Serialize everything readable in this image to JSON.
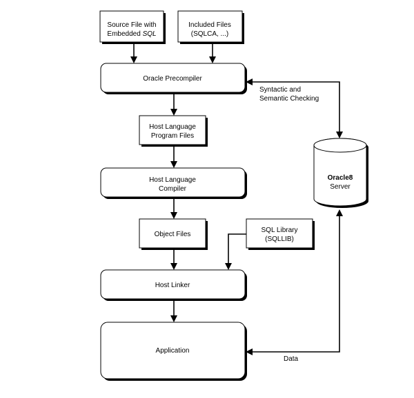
{
  "diagram": {
    "nodes": {
      "source_file": {
        "line1": "Source File with",
        "line2": "Embedded SQL",
        "line2_prefix": "Embedded ",
        "line2_italic": "SQL"
      },
      "included_files": {
        "line1": "Included Files",
        "line2": "(SQLCA, ...)"
      },
      "oracle_precompiler": {
        "label": "Oracle Precompiler"
      },
      "host_language_program_files": {
        "line1": "Host Language",
        "line2": "Program Files"
      },
      "host_language_compiler": {
        "line1": "Host Language",
        "line2": "Compiler"
      },
      "object_files": {
        "label": "Object Files"
      },
      "sql_library": {
        "line1": "SQL Library",
        "line2": "(SQLLIB)"
      },
      "host_linker": {
        "label": "Host Linker"
      },
      "application": {
        "label": "Application"
      },
      "oracle8_server": {
        "line1": "Oracle8",
        "line2": "Server"
      }
    },
    "edges": {
      "syntactic_checking": {
        "line1": "Syntactic and",
        "line2": "Semantic Checking"
      },
      "data": {
        "label": "Data"
      }
    }
  }
}
